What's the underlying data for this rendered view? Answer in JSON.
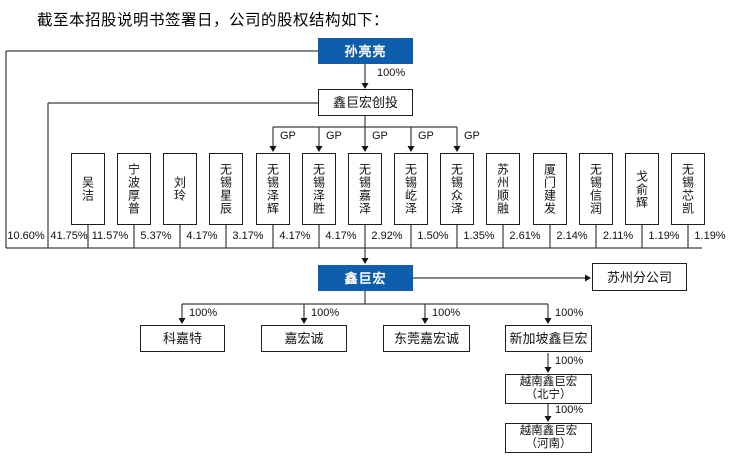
{
  "title": "截至本招股说明书签署日，公司的股权结构如下：",
  "colors": {
    "primary_blue": "#0f5dad",
    "line": "#3d3d3d",
    "border": "#1f1f1f"
  },
  "top": {
    "controller": "孙亮亮",
    "holding_platform": "鑫巨宏创投",
    "controller_to_platform_pct": "100%"
  },
  "gp_label": "GP",
  "gp_applies_to": [
    "无锡泽辉",
    "无锡泽胜",
    "无锡嘉泽",
    "无锡屹泽",
    "无锡众泽"
  ],
  "company": {
    "name": "鑫巨宏"
  },
  "branch": {
    "name": "苏州分公司"
  },
  "shareholders": [
    {
      "name": "孙亮亮",
      "pct": "10.60%"
    },
    {
      "name": "鑫巨宏创投",
      "pct": "41.75%"
    },
    {
      "name": "吴洁",
      "pct": "11.57%"
    },
    {
      "name": "宁波厚普",
      "pct": "5.37%"
    },
    {
      "name": "刘玲",
      "pct": "4.17%"
    },
    {
      "name": "无锡星辰",
      "pct": "3.17%"
    },
    {
      "name": "无锡泽辉",
      "pct": "4.17%"
    },
    {
      "name": "无锡泽胜",
      "pct": "4.17%"
    },
    {
      "name": "无锡嘉泽",
      "pct": "2.92%"
    },
    {
      "name": "无锡屹泽",
      "pct": "1.50%"
    },
    {
      "name": "无锡众泽",
      "pct": "1.35%"
    },
    {
      "name": "苏州顺融",
      "pct": "2.61%"
    },
    {
      "name": "厦门建发",
      "pct": "2.14%"
    },
    {
      "name": "无锡信润",
      "pct": "2.11%"
    },
    {
      "name": "戈俞辉",
      "pct": "1.19%"
    },
    {
      "name": "无锡芯凯",
      "pct": "1.19%"
    }
  ],
  "subsidiaries": [
    {
      "name": "科嘉特",
      "pct": "100%"
    },
    {
      "name": "嘉宏诚",
      "pct": "100%"
    },
    {
      "name": "东莞嘉宏诚",
      "pct": "100%"
    },
    {
      "name": "新加坡鑫巨宏",
      "pct": "100%"
    }
  ],
  "vietnam_chain": [
    {
      "name": "越南鑫巨宏\n（北宁）",
      "pct": "100%"
    },
    {
      "name": "越南鑫巨宏\n（河南）",
      "pct": "100%"
    }
  ]
}
